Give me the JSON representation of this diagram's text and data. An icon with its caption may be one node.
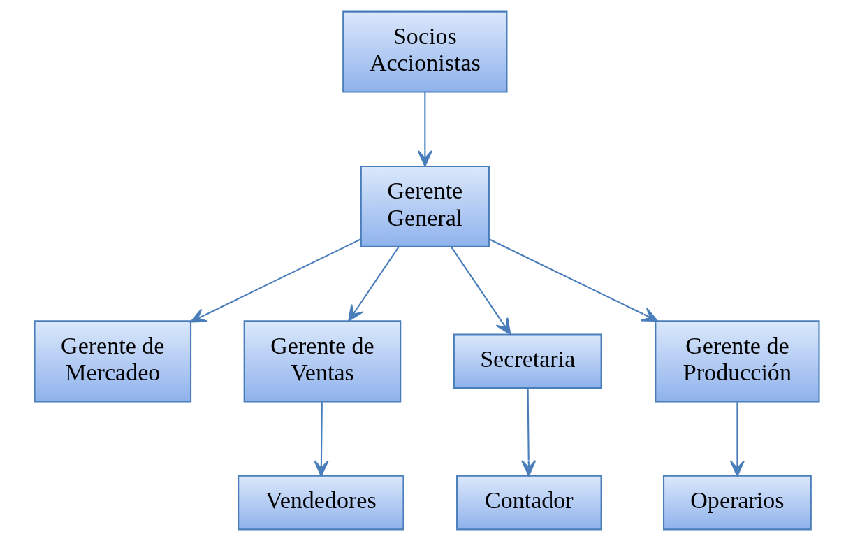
{
  "diagram": {
    "nodes": [
      {
        "text": [
          "Socios Accionistas"
        ]
      },
      {
        "text": [
          "Gerente General"
        ]
      },
      {
        "text": [
          "Gerente de Mercadeo"
        ]
      },
      {
        "text": [
          "Gerente de Ventas"
        ]
      },
      {
        "text": [
          "Secretaria"
        ]
      },
      {
        "text": [
          "Gerente de Producción"
        ]
      },
      {
        "text": [
          "Vendedores"
        ]
      },
      {
        "text": [
          "Contador"
        ]
      },
      {
        "text": [
          "Operarios"
        ]
      }
    ],
    "edges": [
      {
        "from": 0,
        "to": 1,
        "arrow": "to"
      },
      {
        "from": 1,
        "to": 2,
        "arrow": "to"
      },
      {
        "from": 1,
        "to": 3,
        "arrow": "to"
      },
      {
        "from": 1,
        "to": 4,
        "arrow": "to"
      },
      {
        "from": 1,
        "to": 5,
        "arrow": "to"
      },
      {
        "from": 3,
        "to": 6,
        "arrow": "to"
      },
      {
        "from": 4,
        "to": 7,
        "arrow": "to"
      },
      {
        "from": 5,
        "to": 8,
        "arrow": "to"
      }
    ]
  }
}
